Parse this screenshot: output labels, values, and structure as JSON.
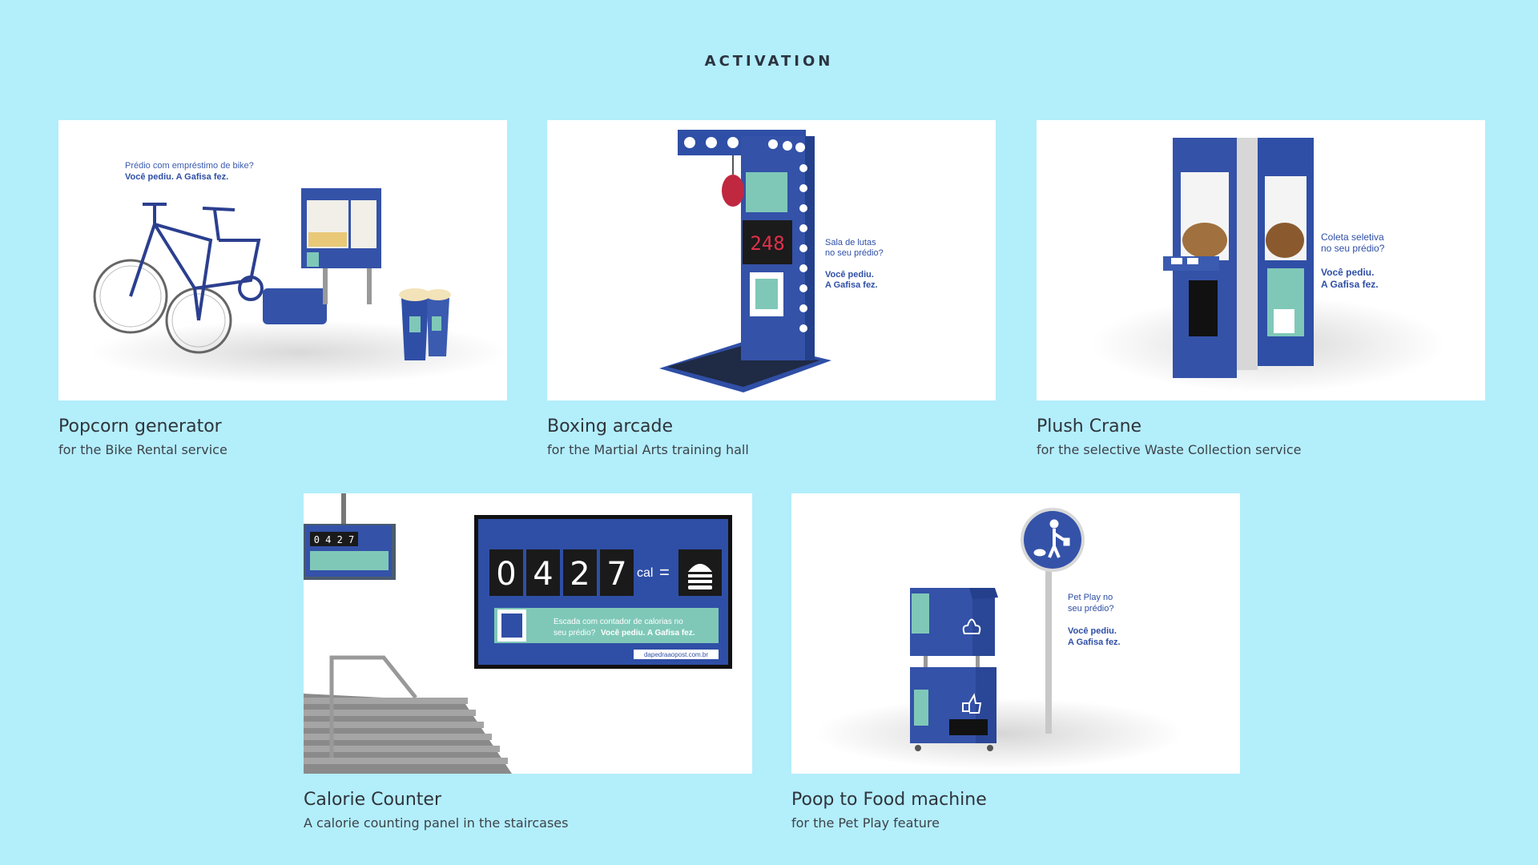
{
  "title": "ACTIVATION",
  "cards": [
    {
      "title": "Popcorn generator",
      "subtitle": "for the Bike Rental service",
      "image_text": {
        "line1": "Prédio com empréstimo de bike?",
        "line2": "Você pediu. A Gafisa fez."
      }
    },
    {
      "title": "Boxing arcade",
      "subtitle": "for the Martial Arts training hall",
      "image_text": {
        "line1": "Sala de lutas",
        "line2": "no seu prédio?",
        "line3": "Você pediu.",
        "line4": "A Gafisa fez.",
        "score": "248"
      }
    },
    {
      "title": "Plush Crane",
      "subtitle": "for the selective Waste Collection service",
      "image_text": {
        "line1": "Coleta seletiva",
        "line2": "no seu prédio?",
        "line3": "Você pediu.",
        "line4": "A Gafisa fez."
      }
    },
    {
      "title": "Calorie Counter",
      "subtitle": "A calorie counting panel in the staircases",
      "image_text": {
        "d1": "0",
        "d2": "4",
        "d3": "2",
        "d4": "7",
        "unit": "cal",
        "eq": "=",
        "msg1": "Escada com contador de calorias no",
        "msg2a": "seu prédio?",
        "msg2b": "Você pediu. A Gafisa fez.",
        "url": "dapedraaopost.com.br",
        "small_counter": "0 4 2 7"
      }
    },
    {
      "title": "Poop to Food machine",
      "subtitle": "for the Pet Play feature",
      "image_text": {
        "line1": "Pet Play no",
        "line2": "seu prédio?",
        "line3": "Você pediu.",
        "line4": "A Gafisa fez."
      }
    }
  ],
  "colors": {
    "background": "#b3eefb",
    "brand_blue": "#2f4fa6",
    "teal": "#7fc8b8"
  }
}
